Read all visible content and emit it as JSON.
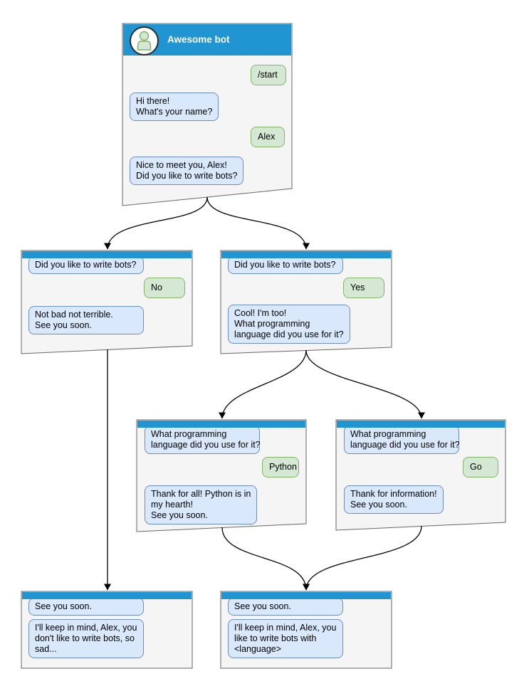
{
  "colors": {
    "header_blue": "#2095d2",
    "bot_bubble_fill": "#dae8fc",
    "bot_bubble_border": "#6c8ebf",
    "user_bubble_fill": "#d5e8d4",
    "user_bubble_border": "#82b366",
    "window_fill": "#f5f5f5",
    "window_border": "#666666",
    "arrow": "#000000"
  },
  "boxes": [
    {
      "id": "start-chat",
      "title": "Awesome bot",
      "messages": [
        {
          "side": "user",
          "text": "/start"
        },
        {
          "side": "bot",
          "text": "Hi there!\nWhat's your name?"
        },
        {
          "side": "user",
          "text": "Alex"
        },
        {
          "side": "bot",
          "text": "Nice to meet you, Alex!\nDid you like to write bots?"
        }
      ]
    },
    {
      "id": "no-branch",
      "messages": [
        {
          "side": "bot",
          "text": "Did you like to write bots?"
        },
        {
          "side": "user",
          "text": "No"
        },
        {
          "side": "bot",
          "text": "Not bad not terrible.\nSee you soon."
        }
      ]
    },
    {
      "id": "yes-branch",
      "messages": [
        {
          "side": "bot",
          "text": "Did you like to write bots?"
        },
        {
          "side": "user",
          "text": "Yes"
        },
        {
          "side": "bot",
          "text": "Cool! I'm too!\nWhat programming\nlanguage did you use for it?"
        }
      ]
    },
    {
      "id": "python-branch",
      "messages": [
        {
          "side": "bot",
          "text": "What programming\nlanguage did you use for it?"
        },
        {
          "side": "user",
          "text": "Python"
        },
        {
          "side": "bot",
          "text": "Thank for all! Python is in\nmy hearth!\nSee you soon."
        }
      ]
    },
    {
      "id": "go-branch",
      "messages": [
        {
          "side": "bot",
          "text": "What programming\nlanguage did you use for it?"
        },
        {
          "side": "user",
          "text": "Go"
        },
        {
          "side": "bot",
          "text": "Thank for information!\nSee you soon."
        }
      ]
    },
    {
      "id": "end-no",
      "messages": [
        {
          "side": "bot",
          "text": "See you soon."
        },
        {
          "side": "bot",
          "text": "I'll keep in mind, Alex, you\ndon't like to write bots, so\nsad..."
        }
      ]
    },
    {
      "id": "end-yes",
      "messages": [
        {
          "side": "bot",
          "text": "See you soon."
        },
        {
          "side": "bot",
          "text": "I'll keep in mind, Alex, you\nlike to write bots with\n<language>"
        }
      ]
    }
  ],
  "connections": [
    {
      "from": "start-chat",
      "to": "no-branch"
    },
    {
      "from": "start-chat",
      "to": "yes-branch"
    },
    {
      "from": "yes-branch",
      "to": "python-branch"
    },
    {
      "from": "yes-branch",
      "to": "go-branch"
    },
    {
      "from": "no-branch",
      "to": "end-no"
    },
    {
      "from": "python-branch",
      "to": "end-yes"
    },
    {
      "from": "go-branch",
      "to": "end-yes"
    }
  ]
}
